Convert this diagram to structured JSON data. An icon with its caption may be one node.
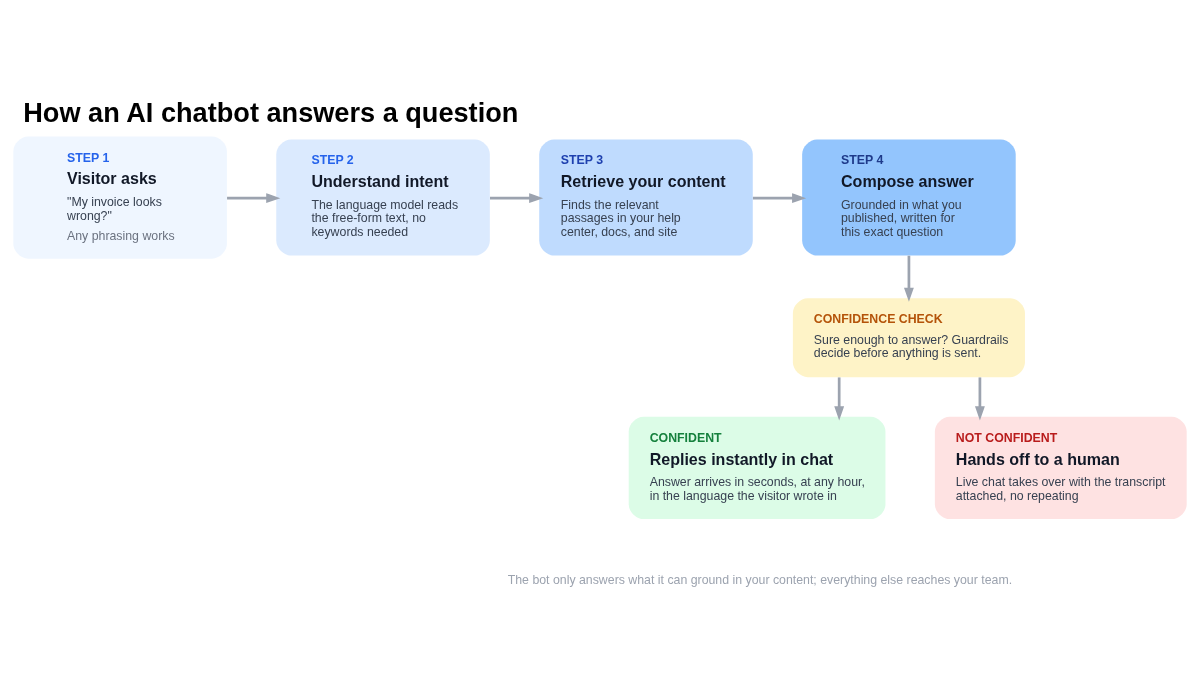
{
  "diagram": {
    "title": "How an AI chatbot answers a question",
    "caption": "The bot only answers what it can ground in your content; everything else reaches your team.",
    "nodes": [
      {
        "text": [
          "STEP 1",
          "Visitor asks",
          "\"My invoice looks wrong?\"",
          "Any phrasing works"
        ]
      },
      {
        "text": [
          "STEP 2",
          "Understand intent",
          "The language model reads the free-form text, no keywords needed"
        ]
      },
      {
        "text": [
          "STEP 3",
          "Retrieve your content",
          "Finds the relevant passages in your help center, docs, and site"
        ]
      },
      {
        "text": [
          "STEP 4",
          "Compose answer",
          "Grounded in what you published, written for this exact question"
        ]
      },
      {
        "text": [
          "CONFIDENCE CHECK",
          "Sure enough to answer? Guardrails decide before anything is sent."
        ]
      },
      {
        "text": [
          "CONFIDENT",
          "Replies instantly in chat",
          "Answer arrives in seconds, at any hour, in the language the visitor wrote in"
        ]
      },
      {
        "text": [
          "NOT CONFIDENT",
          "Hands off to a human",
          "Live chat takes over with the transcript attached, no repeating"
        ]
      }
    ],
    "edges": [
      {
        "from": 0,
        "to": 1,
        "arrow": "to"
      },
      {
        "from": 1,
        "to": 2,
        "arrow": "to"
      },
      {
        "from": 2,
        "to": 3,
        "arrow": "to"
      },
      {
        "from": 3,
        "to": 4,
        "arrow": "to"
      },
      {
        "from": 4,
        "to": 5,
        "arrow": "to"
      },
      {
        "from": 4,
        "to": 6,
        "arrow": "to"
      }
    ]
  }
}
